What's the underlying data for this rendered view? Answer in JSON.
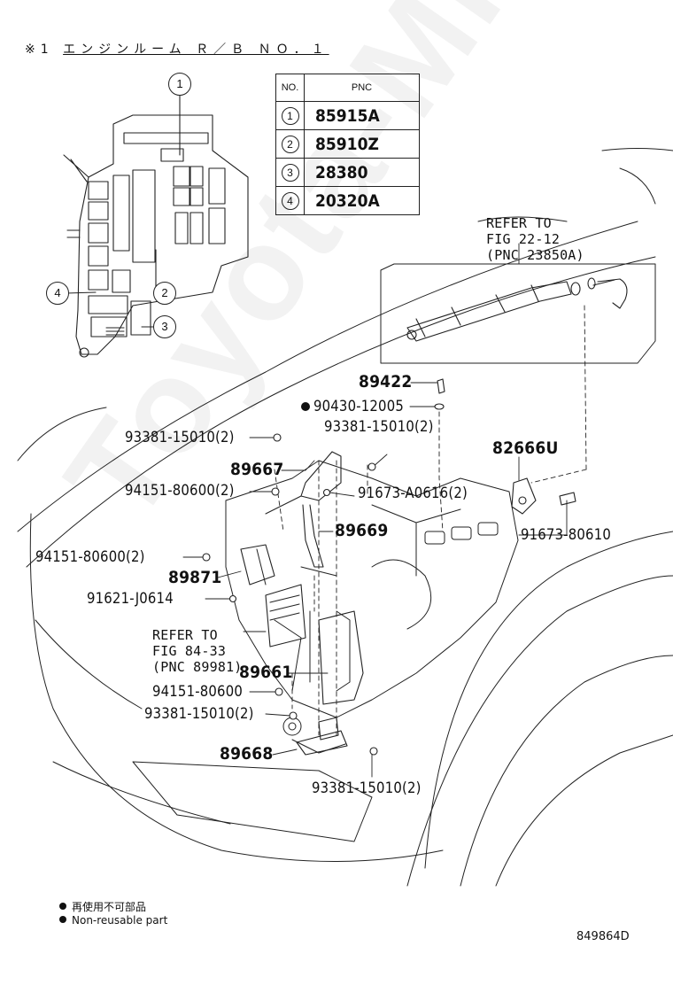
{
  "header": {
    "mark": "※1",
    "title": "エンジンルーム Ｒ／Ｂ ＮＯ．１"
  },
  "pnc_table": {
    "col_no": "NO.",
    "col_pnc": "PNC",
    "rows": [
      {
        "no": "1",
        "pnc": "85915A"
      },
      {
        "no": "2",
        "pnc": "85910Z"
      },
      {
        "no": "3",
        "pnc": "28380"
      },
      {
        "no": "4",
        "pnc": "20320A"
      }
    ]
  },
  "callouts": [
    "1",
    "2",
    "3",
    "4"
  ],
  "refer_fuel": {
    "line1": "REFER TO",
    "line2": "FIG 22-12",
    "line3": "(PNC 23850A)"
  },
  "refer_ecu": {
    "line1": "REFER TO",
    "line2": "FIG 84-33",
    "line3": "(PNC 89981)"
  },
  "parts": {
    "p89422": "89422",
    "p90430": "90430-12005",
    "p93381_a": "93381-15010(2)",
    "p93381_b": "93381-15010(2)",
    "p89667": "89667",
    "p94151_a": "94151-80600(2)",
    "p91673_a": "91673-A0616(2)",
    "p82666": "82666U",
    "p89669": "89669",
    "p91673_b": "91673-80610",
    "p94151_b": "94151-80600(2)",
    "p89871": "89871",
    "p91621": "91621-J0614",
    "p89661": "89661",
    "p94151_c": "94151-80600",
    "p93381_c": "93381-15010(2)",
    "p89668": "89668",
    "p93381_d": "93381-15010(2)"
  },
  "legend": {
    "jp": "再使用不可部品",
    "en": "Non-reusable part"
  },
  "figure_code": "849864D",
  "watermark": "Toyota-Mitsubishi.ru"
}
